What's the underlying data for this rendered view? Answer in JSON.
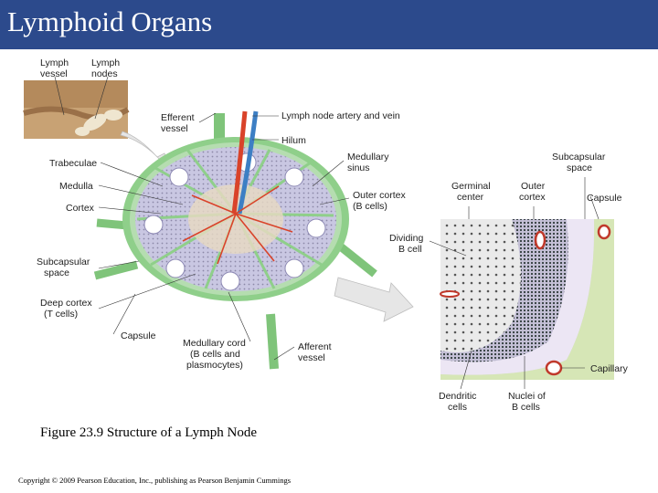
{
  "slide": {
    "title": "Lymphoid Organs",
    "caption": "Figure 23.9 Structure of a Lymph Node",
    "copyright": "Copyright © 2009 Pearson Education, Inc., publishing as Pearson Benjamin Cummings"
  },
  "labels": {
    "lymph_vessel": [
      "Lymph",
      "vessel"
    ],
    "lymph_nodes": [
      "Lymph",
      "nodes"
    ],
    "efferent_vessel": [
      "Efferent",
      "vessel"
    ],
    "artery_vein": "Lymph node artery and vein",
    "hilum": "Hilum",
    "medullary_sinus": [
      "Medullary",
      "sinus"
    ],
    "trabeculae": "Trabeculae",
    "medulla": "Medulla",
    "cortex": "Cortex",
    "outer_cortex_main": [
      "Outer cortex",
      "(B cells)"
    ],
    "subcapsular_space_left": [
      "Subcapsular",
      "space"
    ],
    "deep_cortex": [
      "Deep cortex",
      "(T cells)"
    ],
    "capsule_left": "Capsule",
    "medullary_cord": [
      "Medullary cord",
      "(B cells and",
      "plasmocytes)"
    ],
    "afferent_vessel": [
      "Afferent",
      "vessel"
    ],
    "dividing_b_cell": [
      "Dividing",
      "B cell"
    ],
    "germinal_center": [
      "Germinal",
      "center"
    ],
    "outer_cortex_detail": [
      "Outer",
      "cortex"
    ],
    "subcapsular_space_right": [
      "Subcapsular",
      "space"
    ],
    "capsule_right": "Capsule",
    "capillary": "Capillary",
    "dendritic_cells": [
      "Dendritic",
      "cells"
    ],
    "nuclei_b_cells": [
      "Nuclei of",
      "B cells"
    ]
  },
  "colors": {
    "title_bar": "#2c4a8c",
    "capsule_green": "#8fcf8a",
    "cortex_lavender": "#c9c7e2",
    "artery_red": "#d9432a",
    "vein_blue": "#3d7fc4",
    "detail_bg": "#dcd6ec"
  },
  "icons": {
    "arrow": "callout-arrow-icon"
  }
}
